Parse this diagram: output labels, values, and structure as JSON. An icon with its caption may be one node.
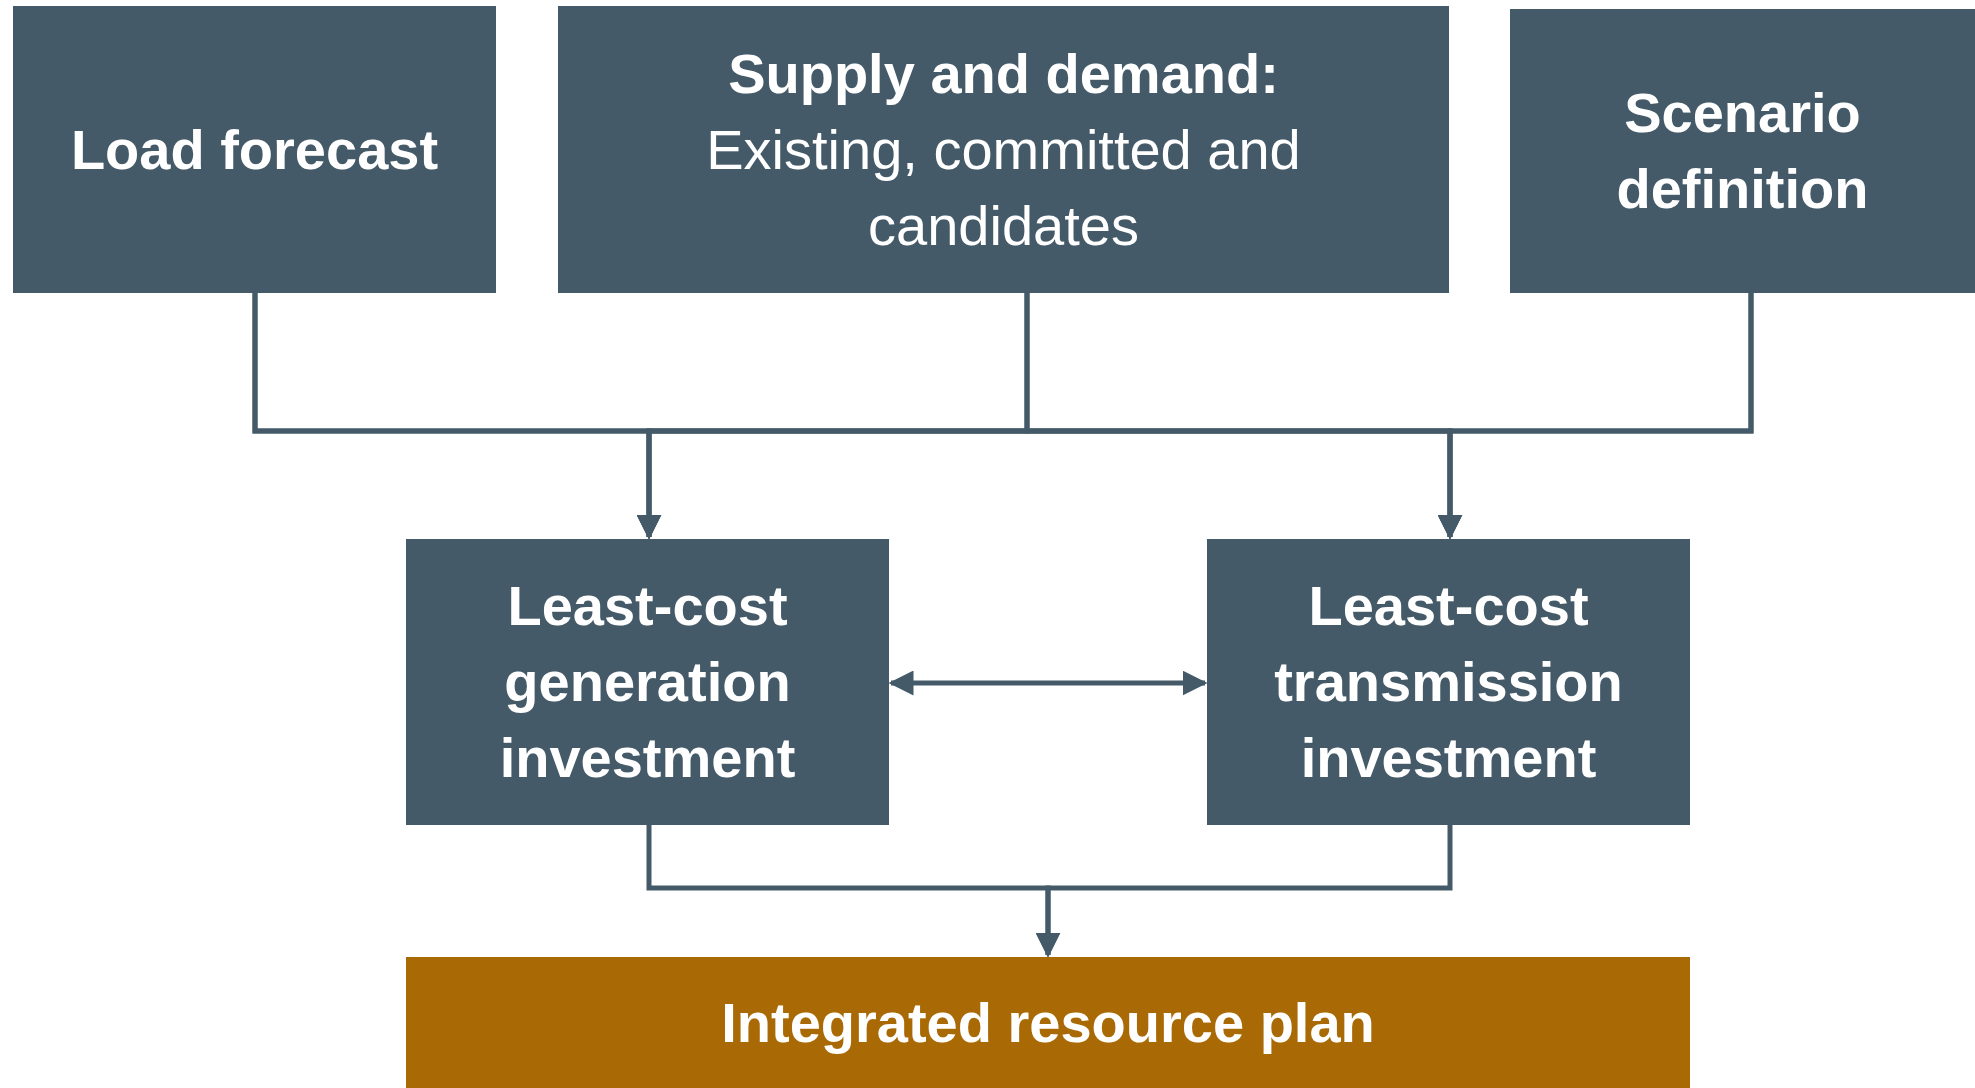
{
  "diagram": {
    "nodes": [
      {
        "text": [
          "Load forecast"
        ]
      },
      {
        "text": [
          "Supply and demand:",
          "Existing, committed and candidates"
        ]
      },
      {
        "text": [
          "Scenario definition"
        ]
      },
      {
        "text": [
          "Least-cost generation investment"
        ]
      },
      {
        "text": [
          "Least-cost transmission investment"
        ]
      },
      {
        "text": [
          "Integrated resource plan"
        ]
      }
    ],
    "edges": [
      {
        "from": 0,
        "to": 3,
        "arrow": "to"
      },
      {
        "from": 0,
        "to": 4,
        "arrow": "to"
      },
      {
        "from": 1,
        "to": 3,
        "arrow": "to"
      },
      {
        "from": 1,
        "to": 4,
        "arrow": "to"
      },
      {
        "from": 2,
        "to": 3,
        "arrow": "to"
      },
      {
        "from": 2,
        "to": 4,
        "arrow": "to"
      },
      {
        "from": 3,
        "to": 4,
        "arrow": "both"
      },
      {
        "from": 3,
        "to": 5,
        "arrow": "to"
      },
      {
        "from": 4,
        "to": 5,
        "arrow": "to"
      }
    ]
  }
}
